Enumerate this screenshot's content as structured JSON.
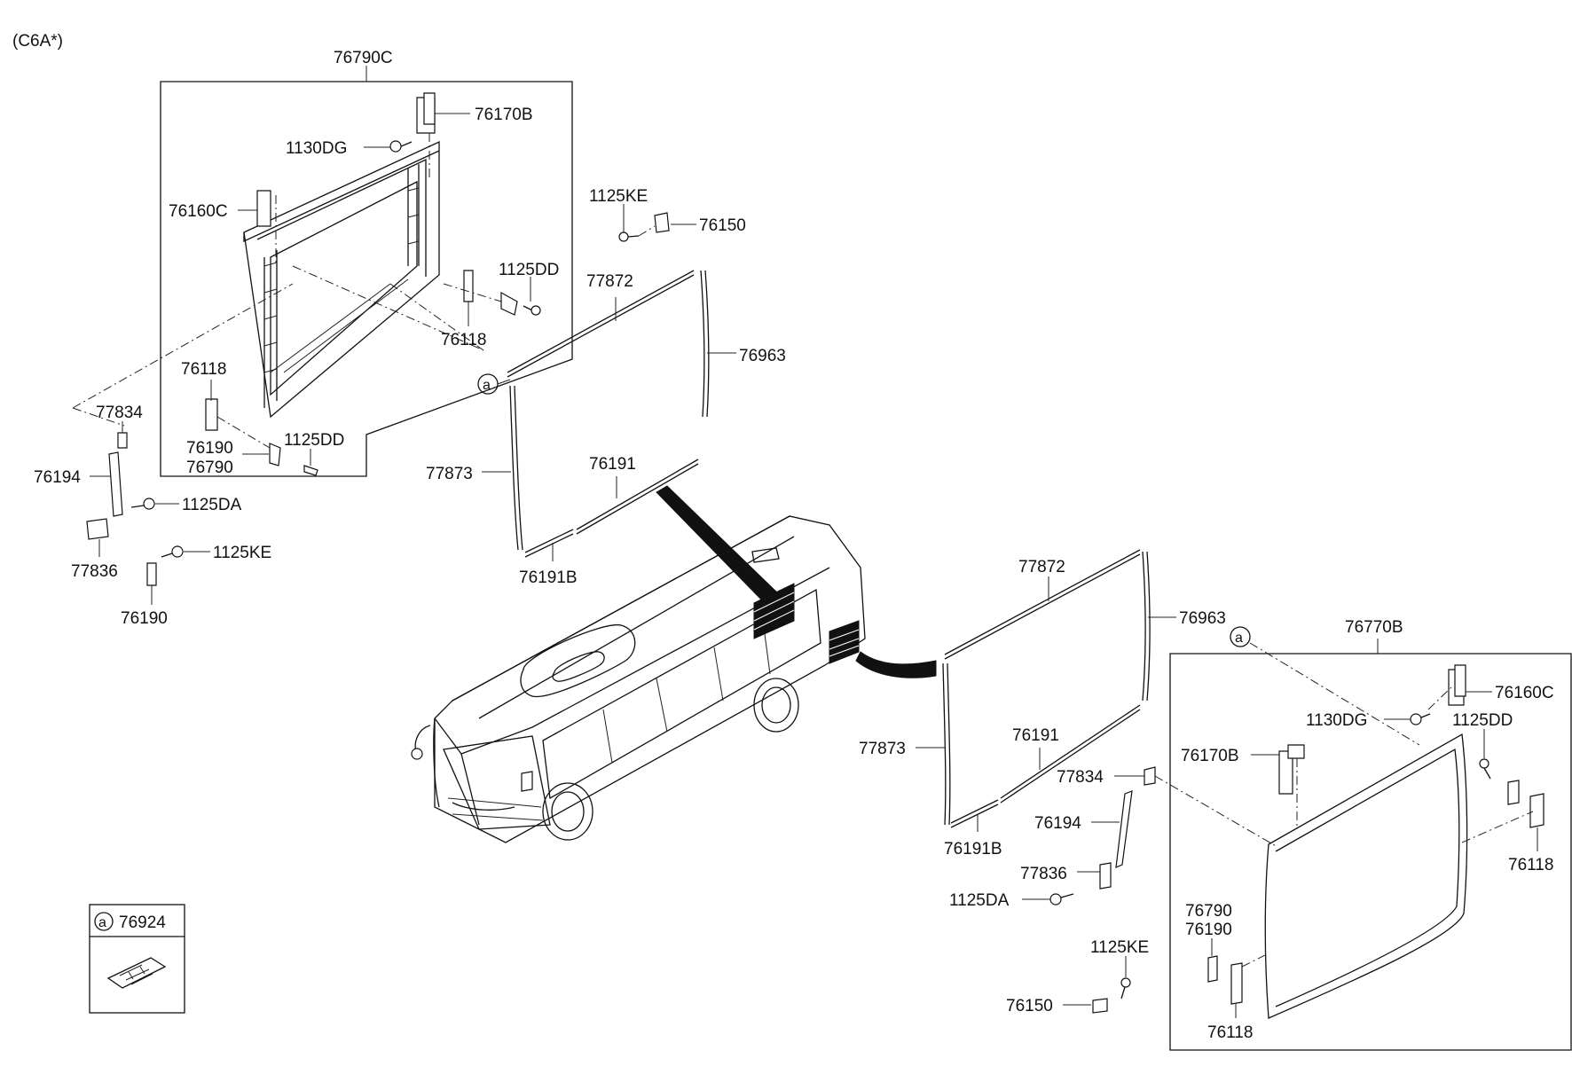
{
  "model_code": "(C6A*)",
  "colors": {
    "line": "#111111",
    "background": "#ffffff"
  },
  "left_group": {
    "assembly": "76790C",
    "labels": {
      "hinge_top": "76170B",
      "bolt_top": "1130DG",
      "hinge_upper_left": "76160C",
      "bolt_right": "1125DD",
      "bracket_right": "76118",
      "bracket_left": "76118",
      "bracket_lower_1": "76190",
      "bracket_lower_2": "76790",
      "bolt_lower": "1125DD",
      "stay_upper": "77834",
      "stay_rod": "76194",
      "bolt_stay": "1125DA",
      "stay_lower": "77836",
      "bolt_bottom": "1125KE",
      "bracket_bottom": "76190"
    }
  },
  "glass_upper": {
    "bolt": "1125KE",
    "catch": "76150",
    "weatherstrip_top": "77872",
    "weatherstrip_side": "76963",
    "weatherstrip_left": "77873",
    "seal_bottom": "76191",
    "seal_bottom_b": "76191B",
    "ref_marker": "a"
  },
  "glass_lower": {
    "weatherstrip_top": "77872",
    "weatherstrip_side": "76963",
    "weatherstrip_left": "77873",
    "seal_bottom": "76191",
    "seal_bottom_b": "76191B",
    "ref_marker": "a"
  },
  "right_group": {
    "assembly": "76770B",
    "labels": {
      "hinge_upper_right": "76160C",
      "bolt_top": "1130DG",
      "bolt_right": "1125DD",
      "hinge_left": "76170B",
      "stay_upper": "77834",
      "stay_rod": "76194",
      "stay_lower": "77836",
      "bolt_stay": "1125DA",
      "bracket_right": "76118",
      "bracket_lower_1": "76790",
      "bracket_lower_2": "76190",
      "bracket_bottom": "76118",
      "bolt_bottom": "1125KE",
      "catch_bottom": "76150"
    }
  },
  "legend": {
    "marker": "a",
    "part_no": "76924"
  }
}
